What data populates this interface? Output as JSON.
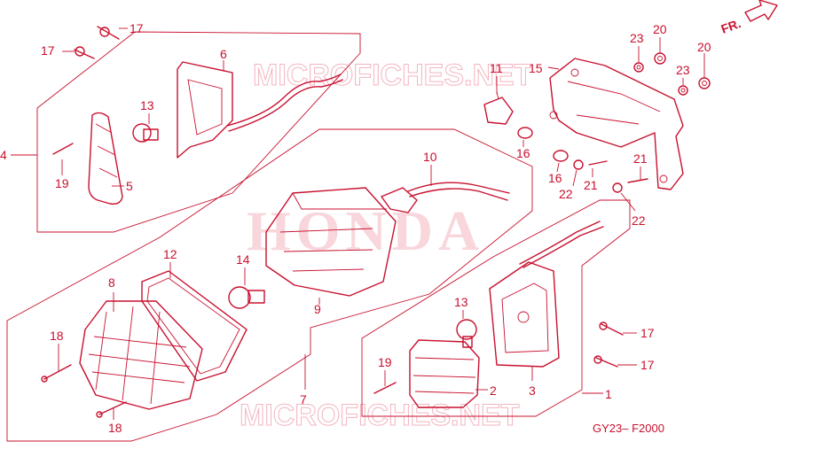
{
  "diagram": {
    "code": "GY23– F2000",
    "direction_label": "FR.",
    "watermarks": [
      "MICROFICHES.NET",
      "MICROFICHES.NET"
    ],
    "brand_watermark": "HONDA",
    "part_labels": {
      "l1": "1",
      "l2": "2",
      "l3": "3",
      "l4": "4",
      "l5": "5",
      "l6": "6",
      "l7": "7",
      "l8": "8",
      "l9": "9",
      "l10": "10",
      "l11": "11",
      "l12": "12",
      "l13a": "13",
      "l13b": "13",
      "l14": "14",
      "l15": "15",
      "l16a": "16",
      "l16b": "16",
      "l17a": "17",
      "l17b": "17",
      "l17c": "17",
      "l17d": "17",
      "l18a": "18",
      "l18b": "18",
      "l19a": "19",
      "l19b": "19",
      "l20a": "20",
      "l20b": "20",
      "l21a": "21",
      "l21b": "21",
      "l22a": "22",
      "l22b": "22",
      "l23a": "23",
      "l23b": "23"
    }
  }
}
